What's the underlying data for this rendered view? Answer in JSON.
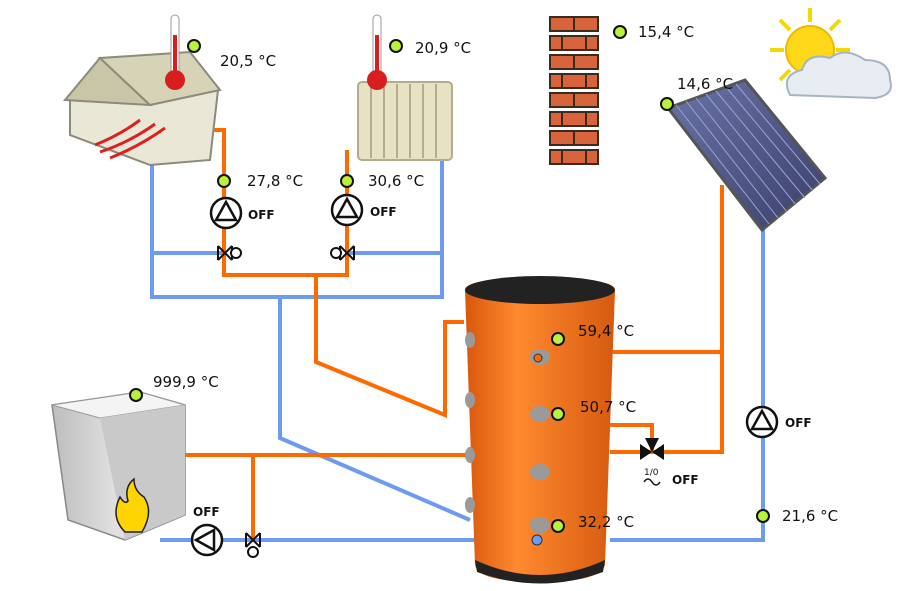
{
  "colors": {
    "hot_pipe": "#ff6a00",
    "cold_pipe": "#6d9bef",
    "sensor": "#b9f23a",
    "tank": "#f57a1e"
  },
  "sensors": {
    "floor_heating_room": "20,5 °C",
    "radiator_room": "20,9 °C",
    "outdoor": "15,4 °C",
    "solar_collector": "14,6 °C",
    "floor_heating_flow": "27,8 °C",
    "radiator_flow": "30,6 °C",
    "boiler": "999,9 °C",
    "tank_top": "59,4 °C",
    "tank_middle": "50,7 °C",
    "tank_bottom": "32,2 °C",
    "solar_return": "21,6 °C"
  },
  "pumps": {
    "floor_heating": "OFF",
    "radiator": "OFF",
    "boiler": "OFF",
    "solar": "OFF"
  },
  "valve": {
    "label": "1/0",
    "state": "OFF"
  },
  "icons": [
    "house-icon",
    "radiator-icon",
    "thermometer-icon",
    "brick-wall-icon",
    "sun-cloud-icon",
    "solar-panel-icon",
    "boiler-icon",
    "flame-icon",
    "storage-tank-icon",
    "pump-icon",
    "mixing-valve-icon",
    "three-way-valve-icon"
  ]
}
